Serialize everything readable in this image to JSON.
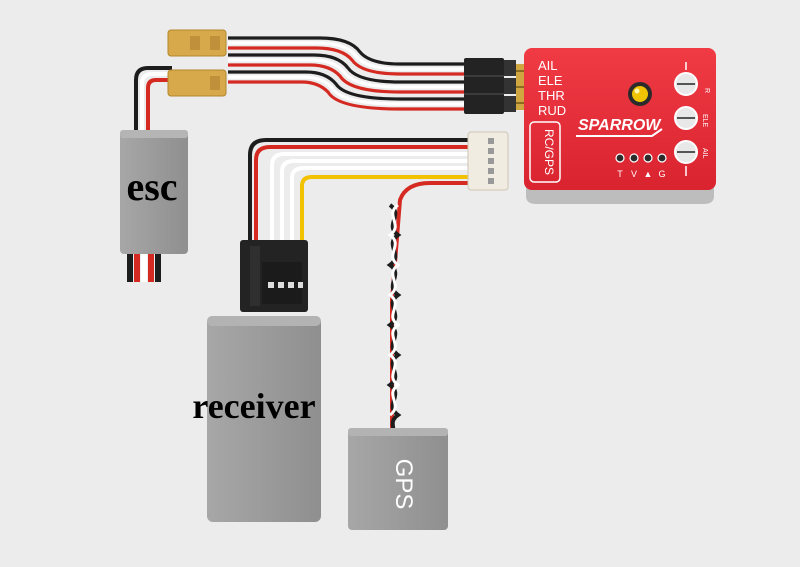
{
  "components": {
    "esc": {
      "label": "esc"
    },
    "receiver": {
      "label": "receiver"
    },
    "gps": {
      "label": "GPS"
    },
    "controller": {
      "brand": "SPARROW",
      "port_label": "RC/GPS",
      "channel_labels": [
        "AIL",
        "ELE",
        "THR",
        "RUD"
      ],
      "pot_labels": [
        "R",
        "ELE",
        "AIL"
      ],
      "pin_labels": [
        "T",
        "V",
        "▲",
        "G"
      ],
      "body_color": "#e62b36"
    }
  },
  "colors": {
    "background": "#ececec",
    "module_gray": "#9b9b9b",
    "connector_black": "#232323",
    "connector_tan": "#d8a94a",
    "wire_red": "#d42a22",
    "wire_white": "#ffffff",
    "wire_black": "#1d1d1d",
    "wire_yellow": "#f2c200"
  }
}
